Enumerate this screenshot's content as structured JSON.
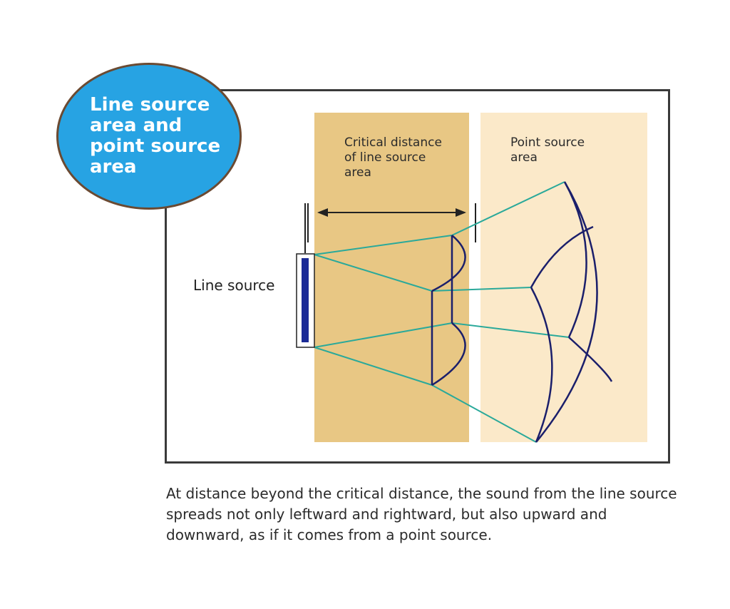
{
  "title": {
    "text": "Line source\narea and\npoint source\narea"
  },
  "zones": {
    "critical_label": "Critical distance\nof line source\narea",
    "point_label": "Point source\narea"
  },
  "line_source_label": "Line source",
  "caption": "At distance beyond the critical distance, the sound from the line source spreads not only leftward and rightward, but also upward and downward, as if it comes from a point source.",
  "colors": {
    "bubble_fill": "#27a3e3",
    "bubble_border": "#6b4a32",
    "critical_zone": "#e8c784",
    "point_zone": "#fbe9c9",
    "ray": "#2aa99a",
    "wavefront": "#1b1f6b",
    "source_bar": "#1a2a96"
  }
}
